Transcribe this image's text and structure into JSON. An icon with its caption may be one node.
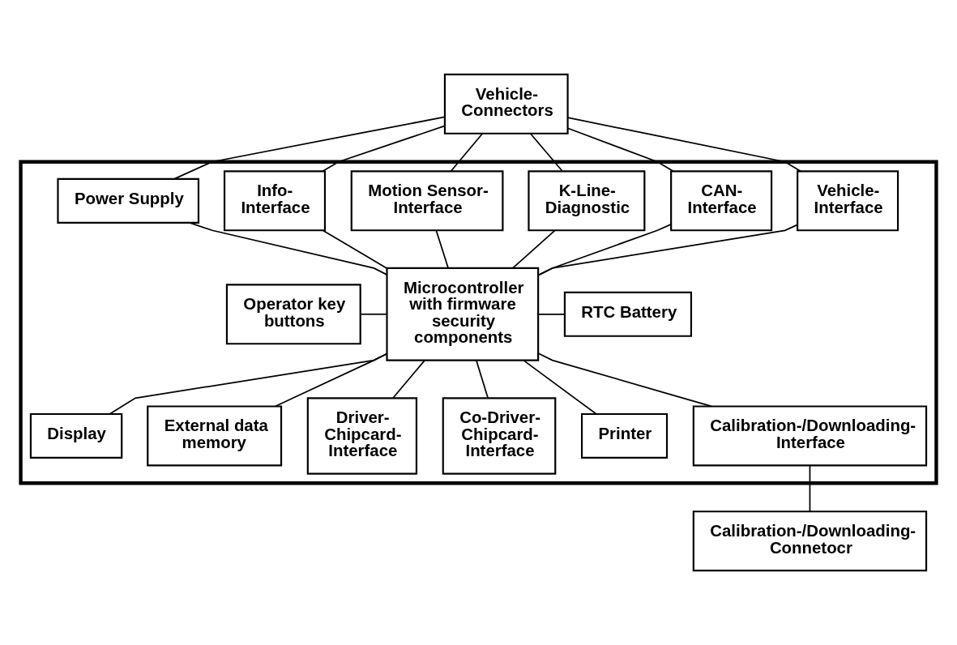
{
  "diagram": {
    "nodes": [
      {
        "text": [],
        "shape": "box"
      },
      {
        "text": [
          "Vehicle- Connectors"
        ]
      },
      {
        "text": [
          "Vehicle- Interface"
        ],
        "in": 0
      },
      {
        "text": [
          "CAN- Interface"
        ],
        "in": 0
      },
      {
        "text": [
          "K-Line- Diagnostic"
        ],
        "in": 0
      },
      {
        "text": [
          "Motion Sensor- Interface"
        ],
        "in": 0
      },
      {
        "text": [
          "Info- Interface"
        ],
        "in": 0
      },
      {
        "text": [
          "Power Supply"
        ],
        "in": 0
      },
      {
        "text": [
          "Operator key buttons"
        ],
        "in": 0
      },
      {
        "text": [
          "Microcontroller with firmware security components"
        ],
        "in": 0
      },
      {
        "text": [
          "RTC Battery"
        ],
        "in": 0
      },
      {
        "text": [
          "Display"
        ],
        "in": 0
      },
      {
        "text": [
          "External data memory"
        ],
        "in": 0
      },
      {
        "text": [
          "Driver- Chipcard- Interface"
        ],
        "in": 0
      },
      {
        "text": [
          "Co-Driver- Chipcard- Interface"
        ],
        "in": 0
      },
      {
        "text": [
          "Printer"
        ],
        "in": 0
      },
      {
        "text": [
          "Calibration-/Downloading- Interface"
        ],
        "in": 0
      },
      {
        "text": [
          "Calibration-/Downloading- Connetocr"
        ]
      }
    ],
    "edges": [
      {
        "from": 1,
        "to": 2,
        "arrow": "none"
      },
      {
        "from": 1,
        "to": 3,
        "arrow": "none"
      },
      {
        "from": 1,
        "to": 4,
        "arrow": "none"
      },
      {
        "from": 1,
        "to": 5,
        "arrow": "none"
      },
      {
        "from": 1,
        "to": 6,
        "arrow": "none"
      },
      {
        "from": 1,
        "to": 7,
        "arrow": "none"
      },
      {
        "from": 2,
        "to": 9,
        "arrow": "none"
      },
      {
        "from": 3,
        "to": 9,
        "arrow": "none"
      },
      {
        "from": 4,
        "to": 9,
        "arrow": "none"
      },
      {
        "from": 5,
        "to": 9,
        "arrow": "none"
      },
      {
        "from": 6,
        "to": 9,
        "arrow": "none"
      },
      {
        "from": 7,
        "to": 9,
        "arrow": "none"
      },
      {
        "from": 8,
        "to": 9,
        "arrow": "none"
      },
      {
        "from": 9,
        "to": 10,
        "arrow": "none"
      },
      {
        "from": 11,
        "to": 9,
        "arrow": "none"
      },
      {
        "from": 9,
        "to": 12,
        "arrow": "none"
      },
      {
        "from": 9,
        "to": 13,
        "arrow": "none"
      },
      {
        "from": 9,
        "to": 14,
        "arrow": "none"
      },
      {
        "from": 9,
        "to": 15,
        "arrow": "none"
      },
      {
        "from": 9,
        "to": 16,
        "arrow": "none"
      },
      {
        "from": 16,
        "to": 17,
        "arrow": "none"
      }
    ]
  }
}
